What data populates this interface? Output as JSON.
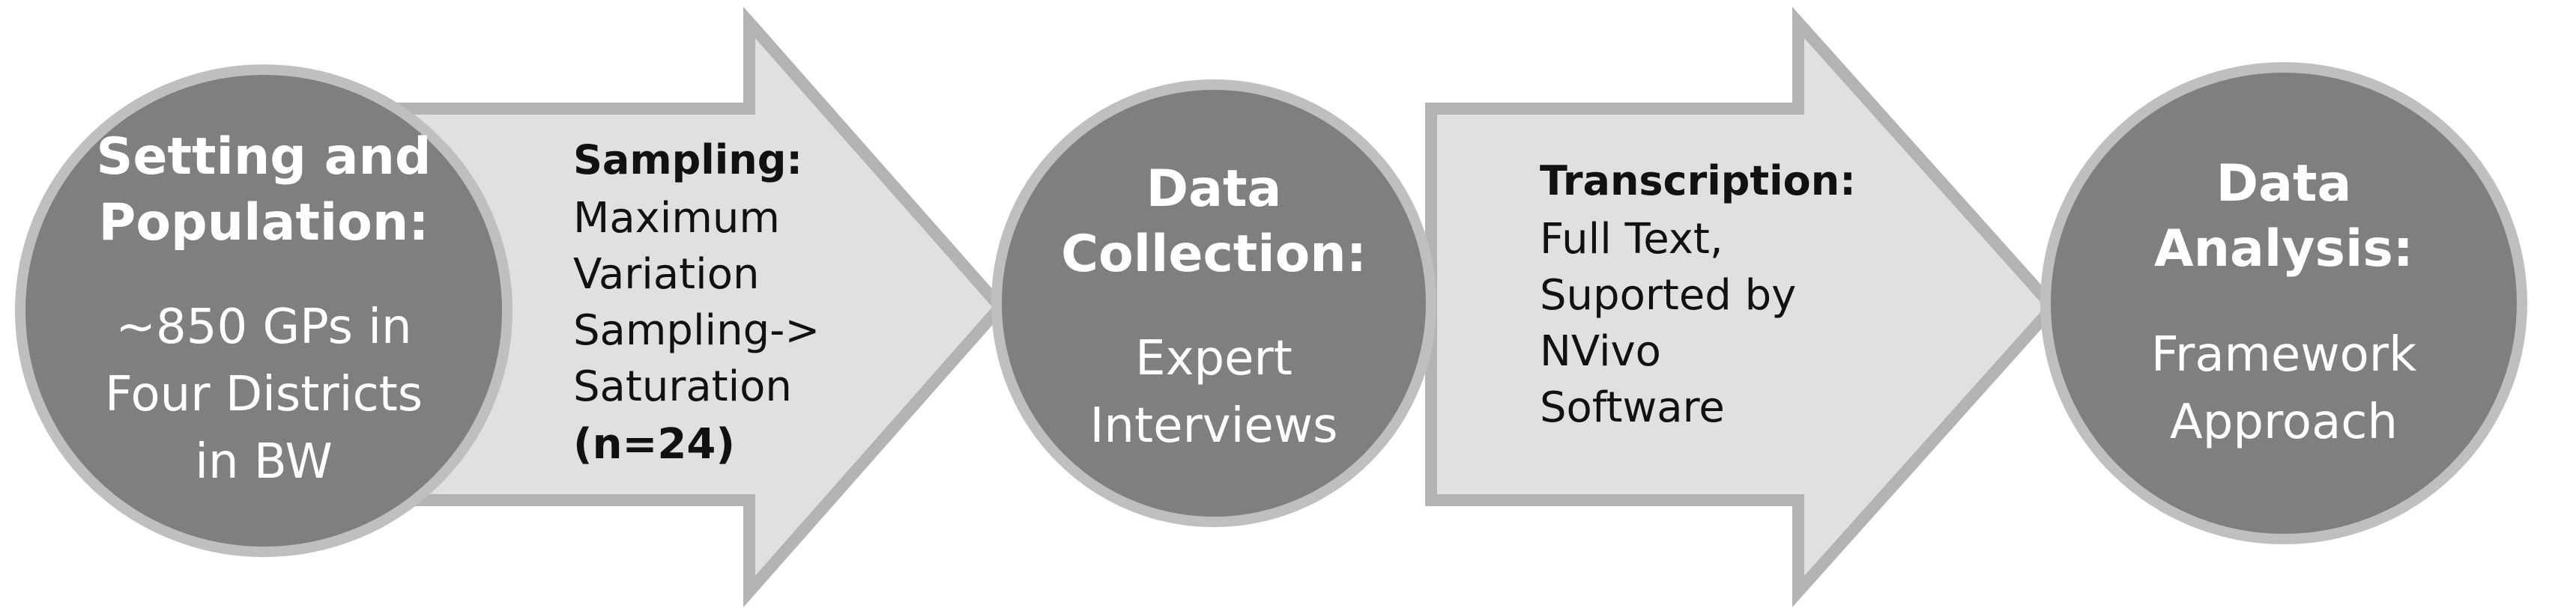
{
  "colors": {
    "circle_fill": "#7f7f7f",
    "circle_stroke": "#bfbfbf",
    "arrow_fill": "#e0e0e0",
    "arrow_stroke": "#b3b3b3",
    "circle_text": "#ffffff",
    "arrow_text": "#111111"
  },
  "steps": [
    {
      "title_lines": [
        "Setting and",
        "Population:"
      ],
      "body_lines": [
        "~850 GPs in",
        "Four Districts",
        "in BW"
      ]
    },
    {
      "title_lines": [
        "Data",
        "Collection:"
      ],
      "body_lines": [
        "Expert",
        "Interviews"
      ]
    },
    {
      "title_lines": [
        "Data",
        "Analysis:"
      ],
      "body_lines": [
        "Framework",
        "Approach"
      ]
    }
  ],
  "transitions": [
    {
      "title": "Sampling:",
      "body_lines": [
        "Maximum",
        "Variation",
        "Sampling->",
        "Saturation"
      ],
      "note": "(n=24)"
    },
    {
      "title": "Transcription:",
      "body_lines": [
        "Full Text,",
        "Suported by",
        "NVivo",
        "Software"
      ],
      "note": ""
    }
  ]
}
